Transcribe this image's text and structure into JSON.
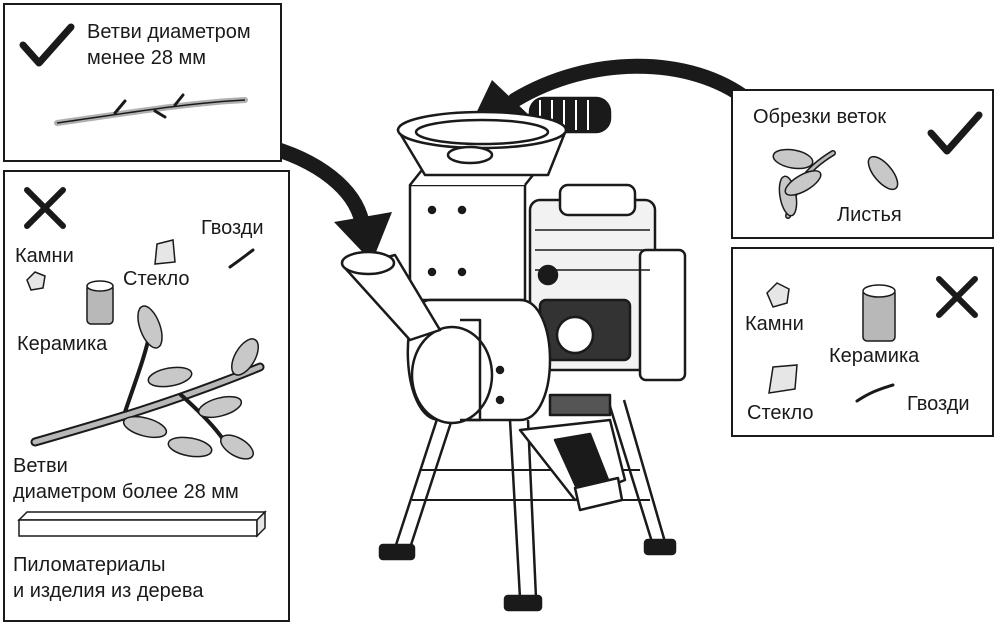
{
  "panels": {
    "allowed_branches": {
      "label": "Ветви диаметром менее 28 мм",
      "line1": "Ветви диаметром",
      "line2": "менее 28 мм",
      "mark": "check-icon"
    },
    "forbidden_feed": {
      "mark": "cross-icon",
      "stones": "Камни",
      "glass": "Стекло",
      "nails": "Гвозди",
      "ceramics": "Керамика",
      "thick_branches_line1": "Ветви",
      "thick_branches_line2": "диаметром более 28 мм",
      "lumber_line1": "Пиломатериалы",
      "lumber_line2": "и изделия из дерева"
    },
    "allowed_hopper": {
      "mark": "check-icon",
      "cuttings": "Обрезки веток",
      "leaves": "Листья"
    },
    "forbidden_hopper": {
      "mark": "cross-icon",
      "stones": "Камни",
      "ceramics": "Керамика",
      "glass": "Стекло",
      "nails": "Гвозди"
    }
  },
  "colors": {
    "ink": "#1a1a1a",
    "grey_fill": "#b8b8b8",
    "light_fill": "#e6e6e6"
  }
}
